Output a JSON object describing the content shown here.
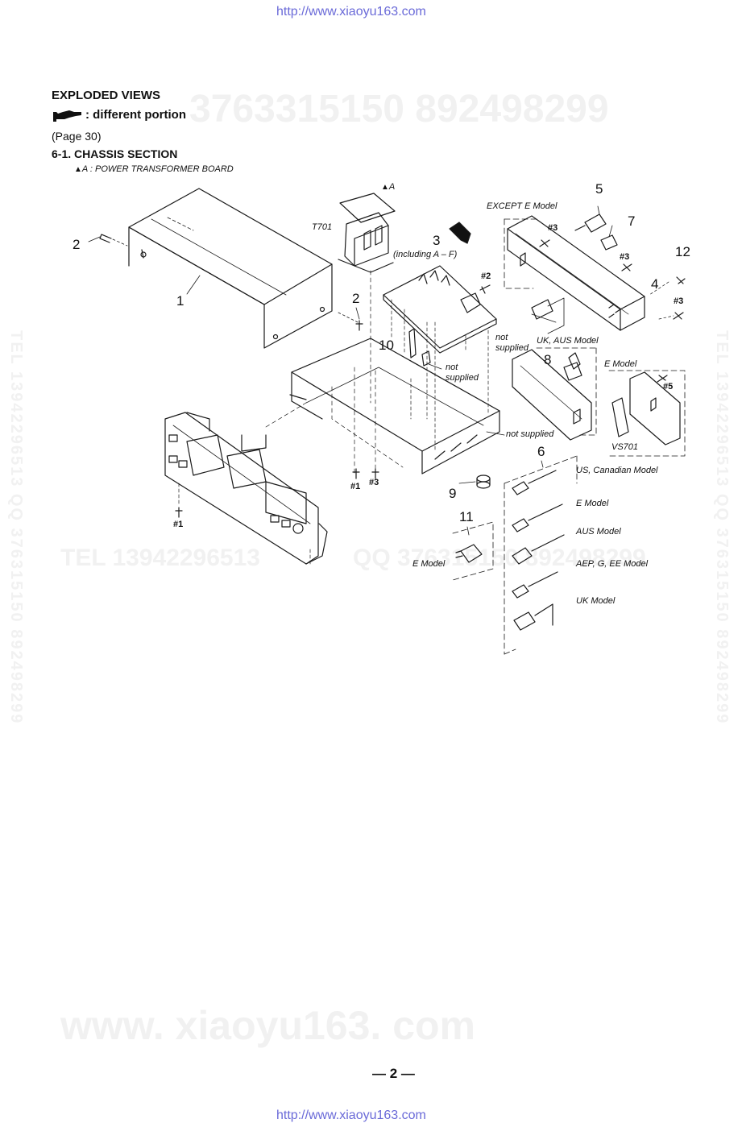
{
  "header_url": "http://www.xiaoyu163.com",
  "footer_url": "http://www.xiaoyu163.com",
  "watermarks": {
    "top_numbers": "3763315150    892498299",
    "mid_tel": "TEL 13942296513",
    "mid_qq": "QQ 376315150 892498299",
    "bottom_site": "www. xiaoyu163. com",
    "left_vertical": "TEL 13942296513  QQ 376315150  892498299",
    "right_vertical": "TEL 13942296513  QQ 376315150  892498299"
  },
  "heading": {
    "title": "EXPLODED VIEWS",
    "legend": ": different portion",
    "page_ref": "(Page 30)",
    "section": "6-1. CHASSIS SECTION",
    "board_note": "A : POWER TRANSFORMER BOARD"
  },
  "labels": {
    "a_mark": "A",
    "t701": "T701",
    "including": "(including  A –  F)",
    "except_e": "EXCEPT E Model",
    "not_supplied_1": "not supplied",
    "not_supplied_2": "not supplied",
    "not_supplied_3": "not supplied",
    "uk_aus": "UK, AUS Model",
    "e_model_top": "E Model",
    "vs701": "VS701",
    "us_canadian": "US, Canadian Model",
    "e_model_cord": "E Model",
    "aus_model": "AUS Model",
    "aep": "AEP, G, EE Model",
    "uk_model": "UK Model",
    "e_model_plug": "E Model"
  },
  "part_numbers": {
    "p1": "1",
    "p2a": "2",
    "p2b": "2",
    "p3": "3",
    "p4": "4",
    "p5": "5",
    "p6": "6",
    "p7": "7",
    "p8": "8",
    "p9": "9",
    "p10": "10",
    "p11": "11",
    "p12": "12"
  },
  "screws": {
    "s1a": "#1",
    "s1b": "#1",
    "s2": "#2",
    "s3a": "#3",
    "s3b": "#3",
    "s3c": "#3",
    "s3d": "#3",
    "s5": "#5"
  },
  "page_number": "— 2 —"
}
